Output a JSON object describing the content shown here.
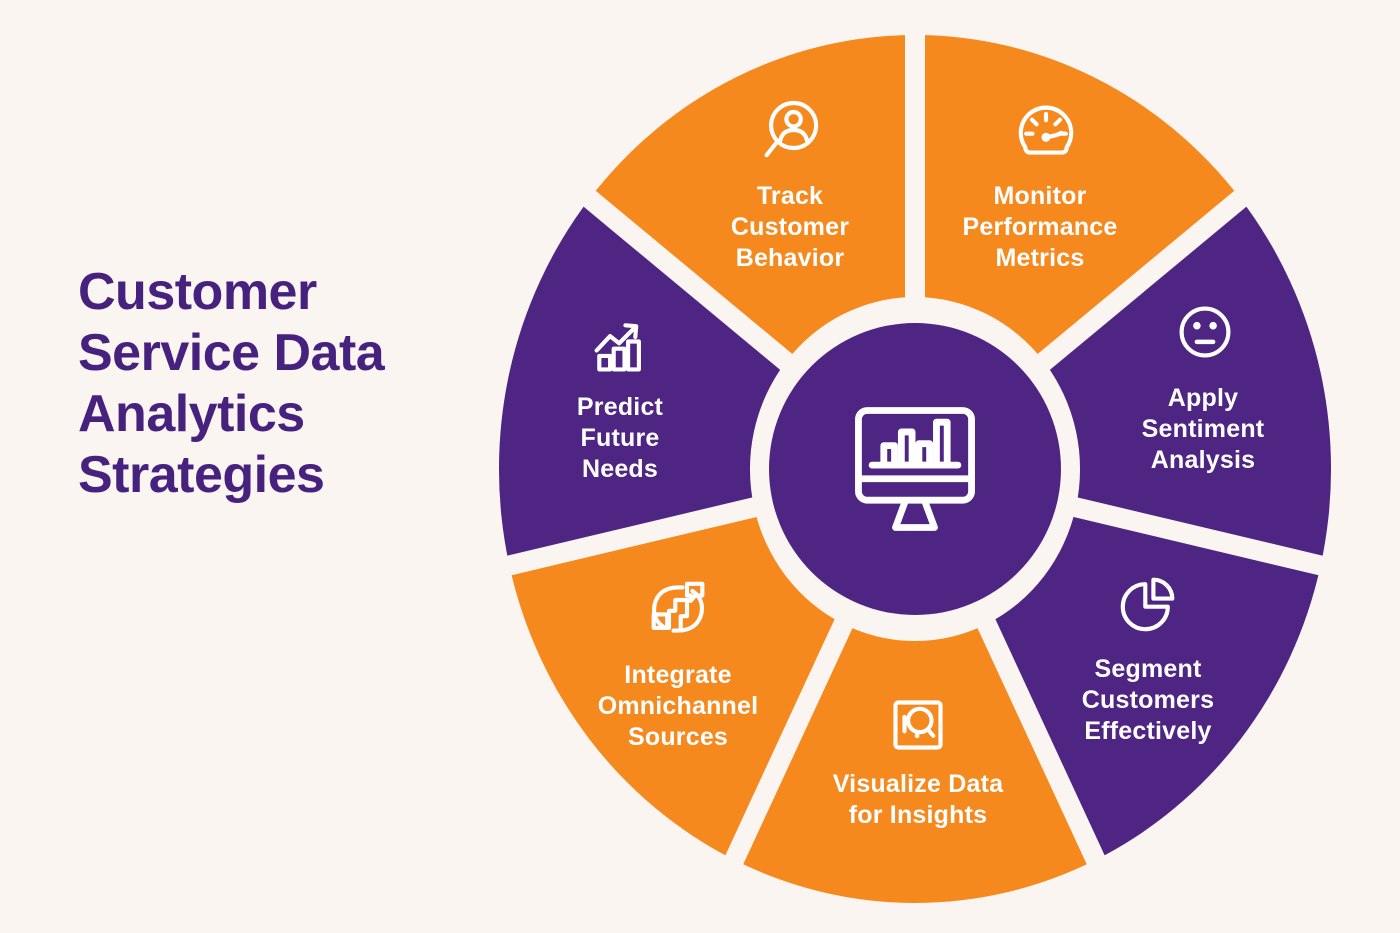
{
  "title": "Customer\nService Data\nAnalytics\nStrategies",
  "colors": {
    "orange": "#F6891E",
    "purple": "#4E2583",
    "background": "#FAF5F0",
    "title_text": "#46217E",
    "label_text": "#FFFFFF"
  },
  "center": {
    "icon": "monitor-bar-chart-icon"
  },
  "wheel": {
    "segments": [
      {
        "id": "monitor-performance",
        "label": "Monitor\nPerformance\nMetrics",
        "icon": "gauge-icon",
        "color": "orange"
      },
      {
        "id": "apply-sentiment",
        "label": "Apply\nSentiment\nAnalysis",
        "icon": "neutral-face-icon",
        "color": "purple"
      },
      {
        "id": "segment-customers",
        "label": "Segment\nCustomers\nEffectively",
        "icon": "pie-chart-icon",
        "color": "purple"
      },
      {
        "id": "visualize-data",
        "label": "Visualize Data\nfor Insights",
        "icon": "chart-search-icon",
        "color": "orange"
      },
      {
        "id": "integrate-sources",
        "label": "Integrate\nOmnichannel\nSources",
        "icon": "integration-icon",
        "color": "orange"
      },
      {
        "id": "predict-needs",
        "label": "Predict\nFuture\nNeeds",
        "icon": "trend-chart-icon",
        "color": "purple"
      },
      {
        "id": "track-behavior",
        "label": "Track\nCustomer\nBehavior",
        "icon": "user-search-icon",
        "color": "orange"
      }
    ]
  }
}
